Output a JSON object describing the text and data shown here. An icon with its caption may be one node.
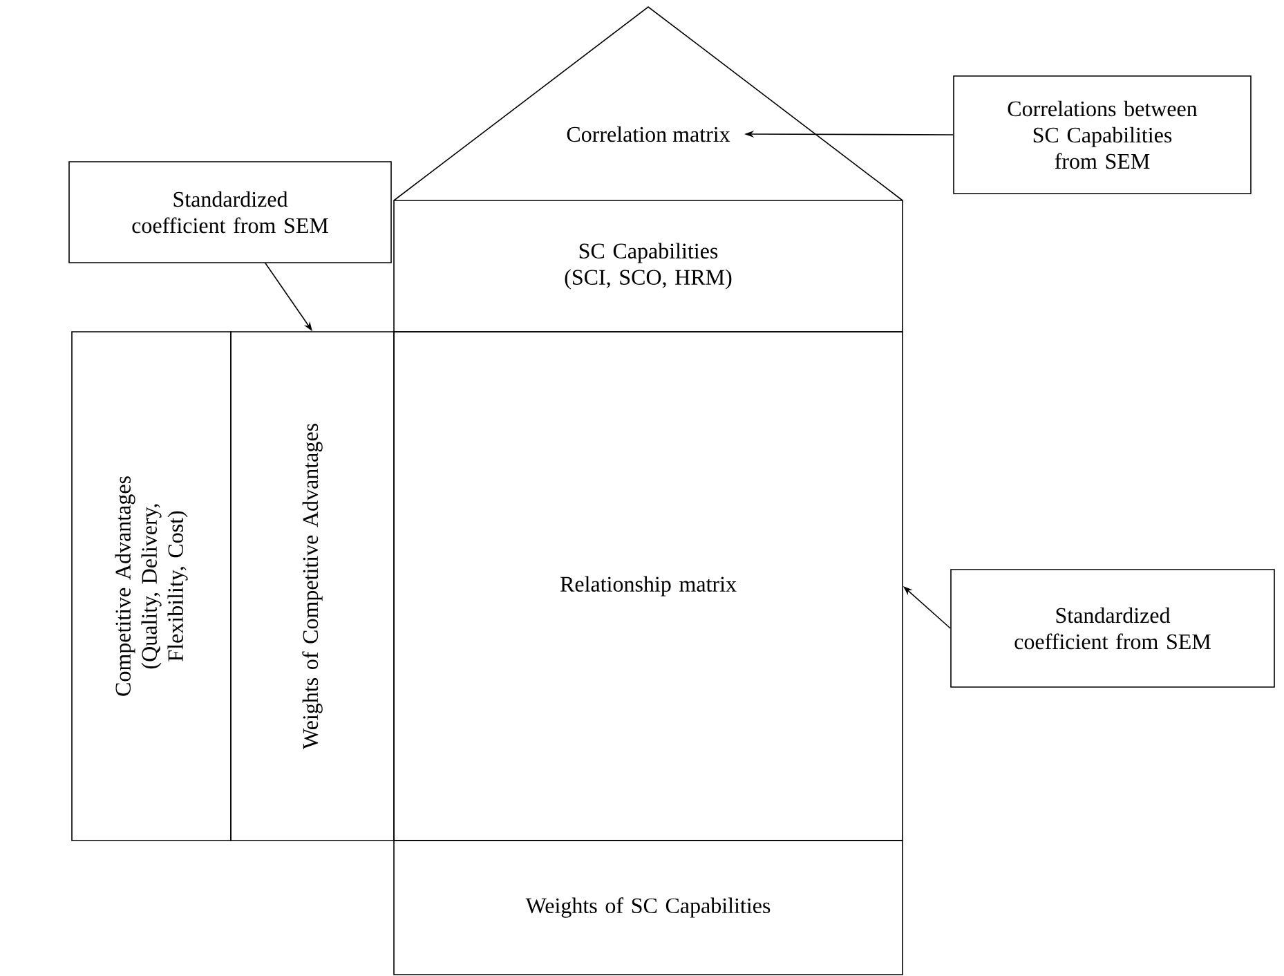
{
  "diagram": {
    "nodes": [
      {
        "text": [
          "Correlation matrix"
        ]
      },
      {
        "text": [
          "Correlations between SC Capabilities from SEM"
        ]
      },
      {
        "text": [
          "Standardized coefficient from SEM"
        ]
      },
      {
        "text": [
          "SC Capabilities (SCI, SCO, HRM)"
        ]
      },
      {
        "text": [
          "Competitive Advantages (Quality, Delivery, Flexibility, Cost)"
        ]
      },
      {
        "text": [
          "Weights of Competitive Advantages"
        ]
      },
      {
        "text": [
          "Relationship matrix"
        ]
      },
      {
        "text": [
          "Standardized coefficient from SEM"
        ]
      },
      {
        "text": [
          "Weights of SC Capabilities"
        ]
      }
    ],
    "edges": [
      {
        "from": 1,
        "to": 0,
        "arrow": "to"
      },
      {
        "from": 2,
        "to": 5,
        "arrow": "to"
      },
      {
        "from": 7,
        "to": 6,
        "arrow": "to"
      }
    ]
  }
}
